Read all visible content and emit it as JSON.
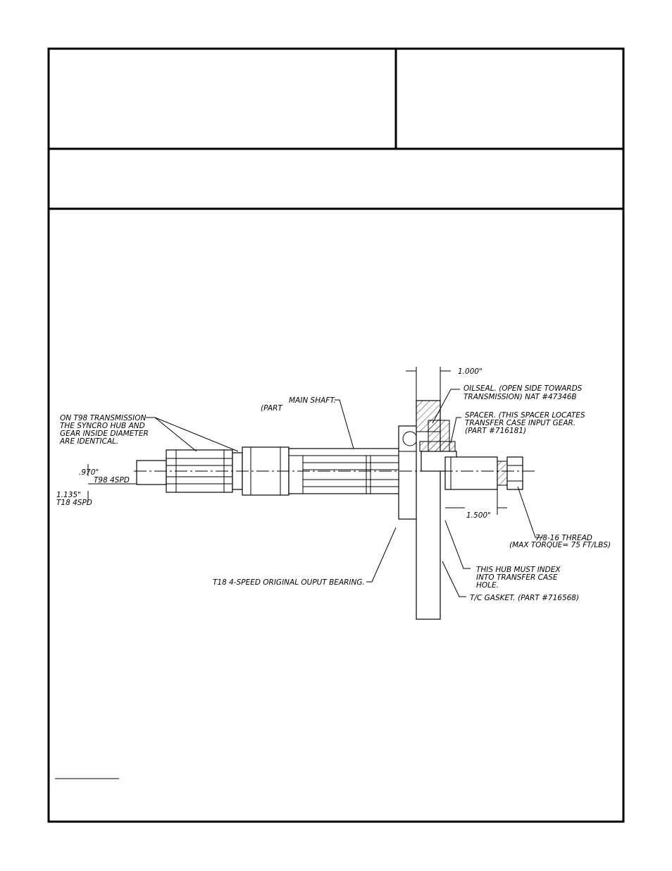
{
  "drawing": {
    "labels": {
      "dim_1000": "1.000\"",
      "oilseal_1": "OILSEAL. (OPEN SIDE TOWARDS",
      "oilseal_2": "TRANSMISSION) NAT #47346B",
      "main_shaft": "MAIN SHAFT.",
      "part_fragment": "(PART",
      "spacer_1": "SPACER. (THIS SPACER LOCATES",
      "spacer_2": "TRANSFER CASE INPUT GEAR.",
      "spacer_3": "(PART #716181)",
      "syncro_1": "ON T98 TRANSMISSION",
      "syncro_2": "THE SYNCRO HUB AND",
      "syncro_3": "GEAR INSIDE DIAMETER",
      "syncro_4": "ARE IDENTICAL.",
      "dim_970": ".970\"",
      "t98": "T98 4SPD",
      "dim_1135": "1.135\"",
      "t18": "T18 4SPD",
      "dim_1500": "1.500\"",
      "thread_1": "7/8-16 THREAD",
      "thread_2": "(MAX TORQUE= 75 FT/LBS)",
      "hub_1": "THIS HUB MUST INDEX",
      "hub_2": "INTO TRANSFER CASE",
      "hub_3": "HOLE.",
      "bearing": "T18 4-SPEED ORIGINAL OUPUT BEARING.",
      "gasket": "T/C GASKET. (PART #716568)"
    }
  }
}
